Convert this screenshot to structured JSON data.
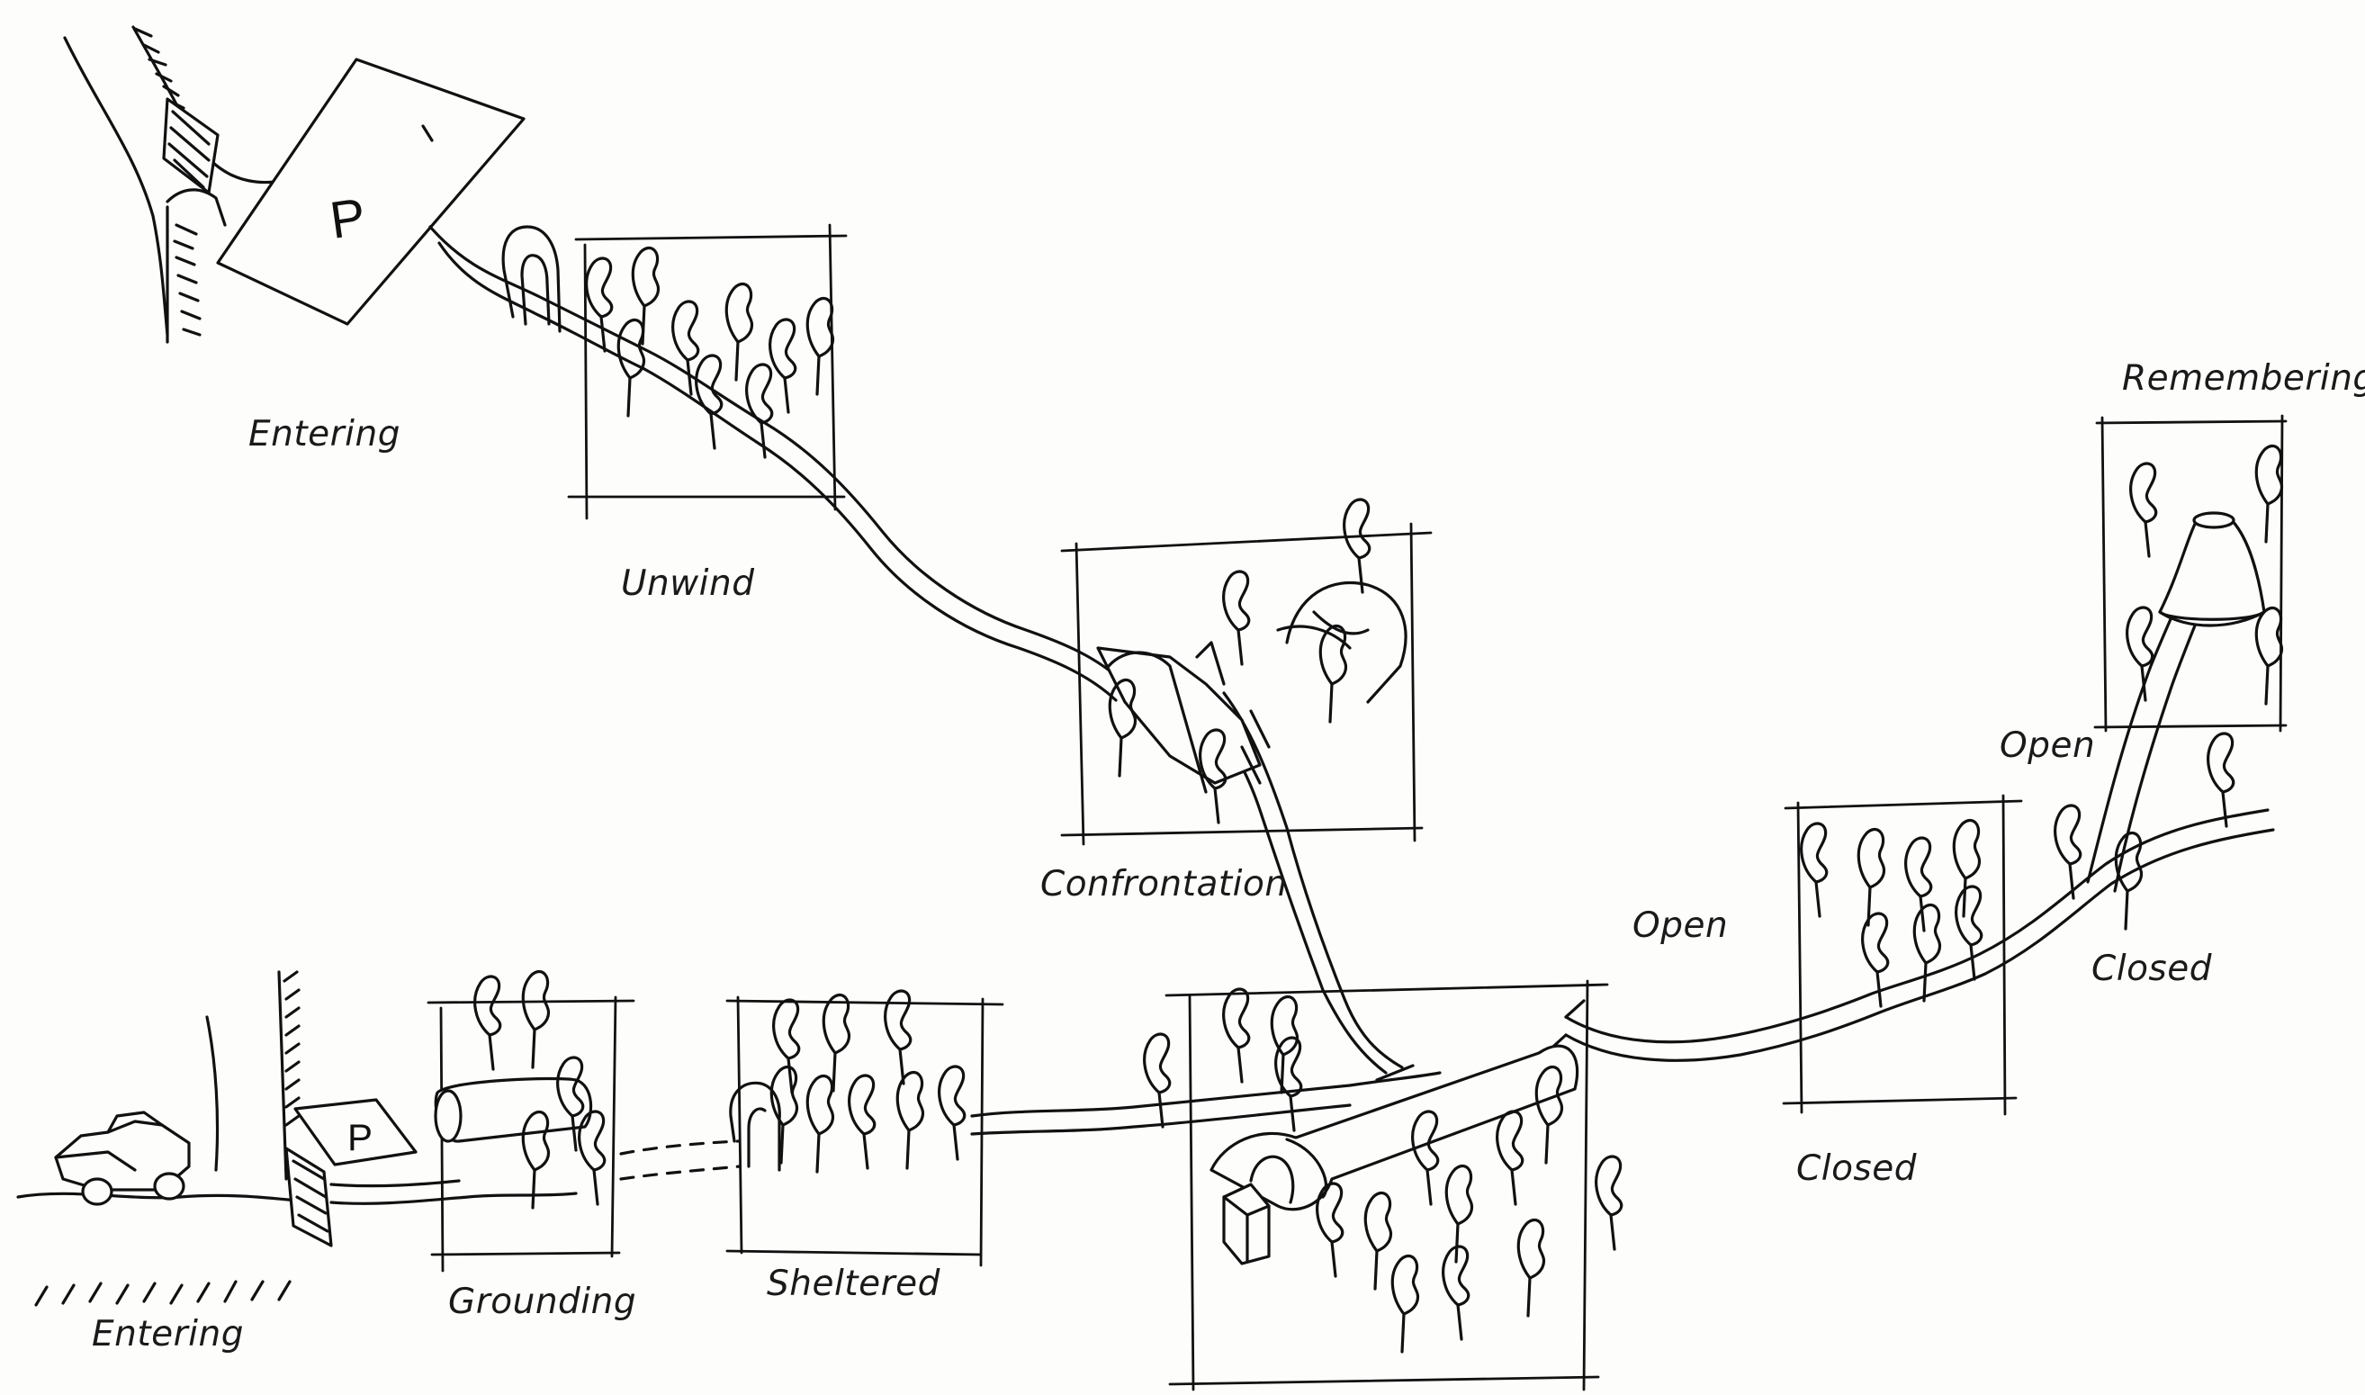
{
  "labels": {
    "entering_top": "Entering",
    "unwind": "Unwind",
    "confrontation": "Confrontation",
    "remembering": "Remembering",
    "open_upper": "Open",
    "open_lower": "Open",
    "closed_right": "Closed",
    "closed_lower": "Closed",
    "entering_bottom": "Entering",
    "grounding": "Grounding",
    "sheltered": "Sheltered"
  },
  "parking_signs": {
    "top": "P",
    "bottom": "P"
  },
  "icons": [
    "car-icon",
    "parking-sign-icon",
    "tree-icon",
    "arch-icon",
    "shelter-icon",
    "tunnel-icon",
    "bench-icon"
  ]
}
